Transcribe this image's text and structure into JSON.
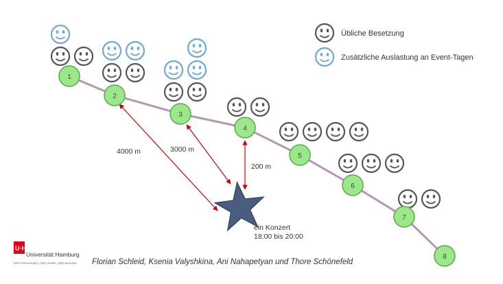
{
  "legend": {
    "regular_label": "Übliche Besetzung",
    "extra_label": "Zusätzliche Auslastung an Event-Tagen",
    "regular_color": "#555555",
    "extra_color": "#6fa8d6"
  },
  "stations": [
    {
      "label": "1",
      "regular": 2,
      "extra": 1
    },
    {
      "label": "2",
      "regular": 2,
      "extra": 2
    },
    {
      "label": "3",
      "regular": 2,
      "extra": 3
    },
    {
      "label": "4",
      "regular": 2,
      "extra": 0
    },
    {
      "label": "5",
      "regular": 4,
      "extra": 0
    },
    {
      "label": "6",
      "regular": 3,
      "extra": 0
    },
    {
      "label": "7",
      "regular": 2,
      "extra": 0
    },
    {
      "label": "8",
      "regular": 0,
      "extra": 0
    }
  ],
  "distances": [
    {
      "label": "4000 m",
      "station": "2"
    },
    {
      "label": "3000 m",
      "station": "3"
    },
    {
      "label": "200 m",
      "station": "4"
    }
  ],
  "event": {
    "name": "ein Konzert",
    "time": "18:00 bis 20:00",
    "icon": "star-icon",
    "color": "#4a5d7e"
  },
  "route": {
    "color": "#b496b4"
  },
  "station_style": {
    "fill": "#9be78a",
    "stroke": "#5aa84a"
  },
  "distance_color": "#cc0000",
  "logo": {
    "name": "Universität Hamburg",
    "tagline": "DER FORSCHUNG | DER LEHRE | DER BILDUNG",
    "color": "#e2001a"
  },
  "footer": {
    "authors": "Florian Schleid, Ksenia Valyshkina, Ani Nahapetyan und Thore Schönefeld"
  }
}
